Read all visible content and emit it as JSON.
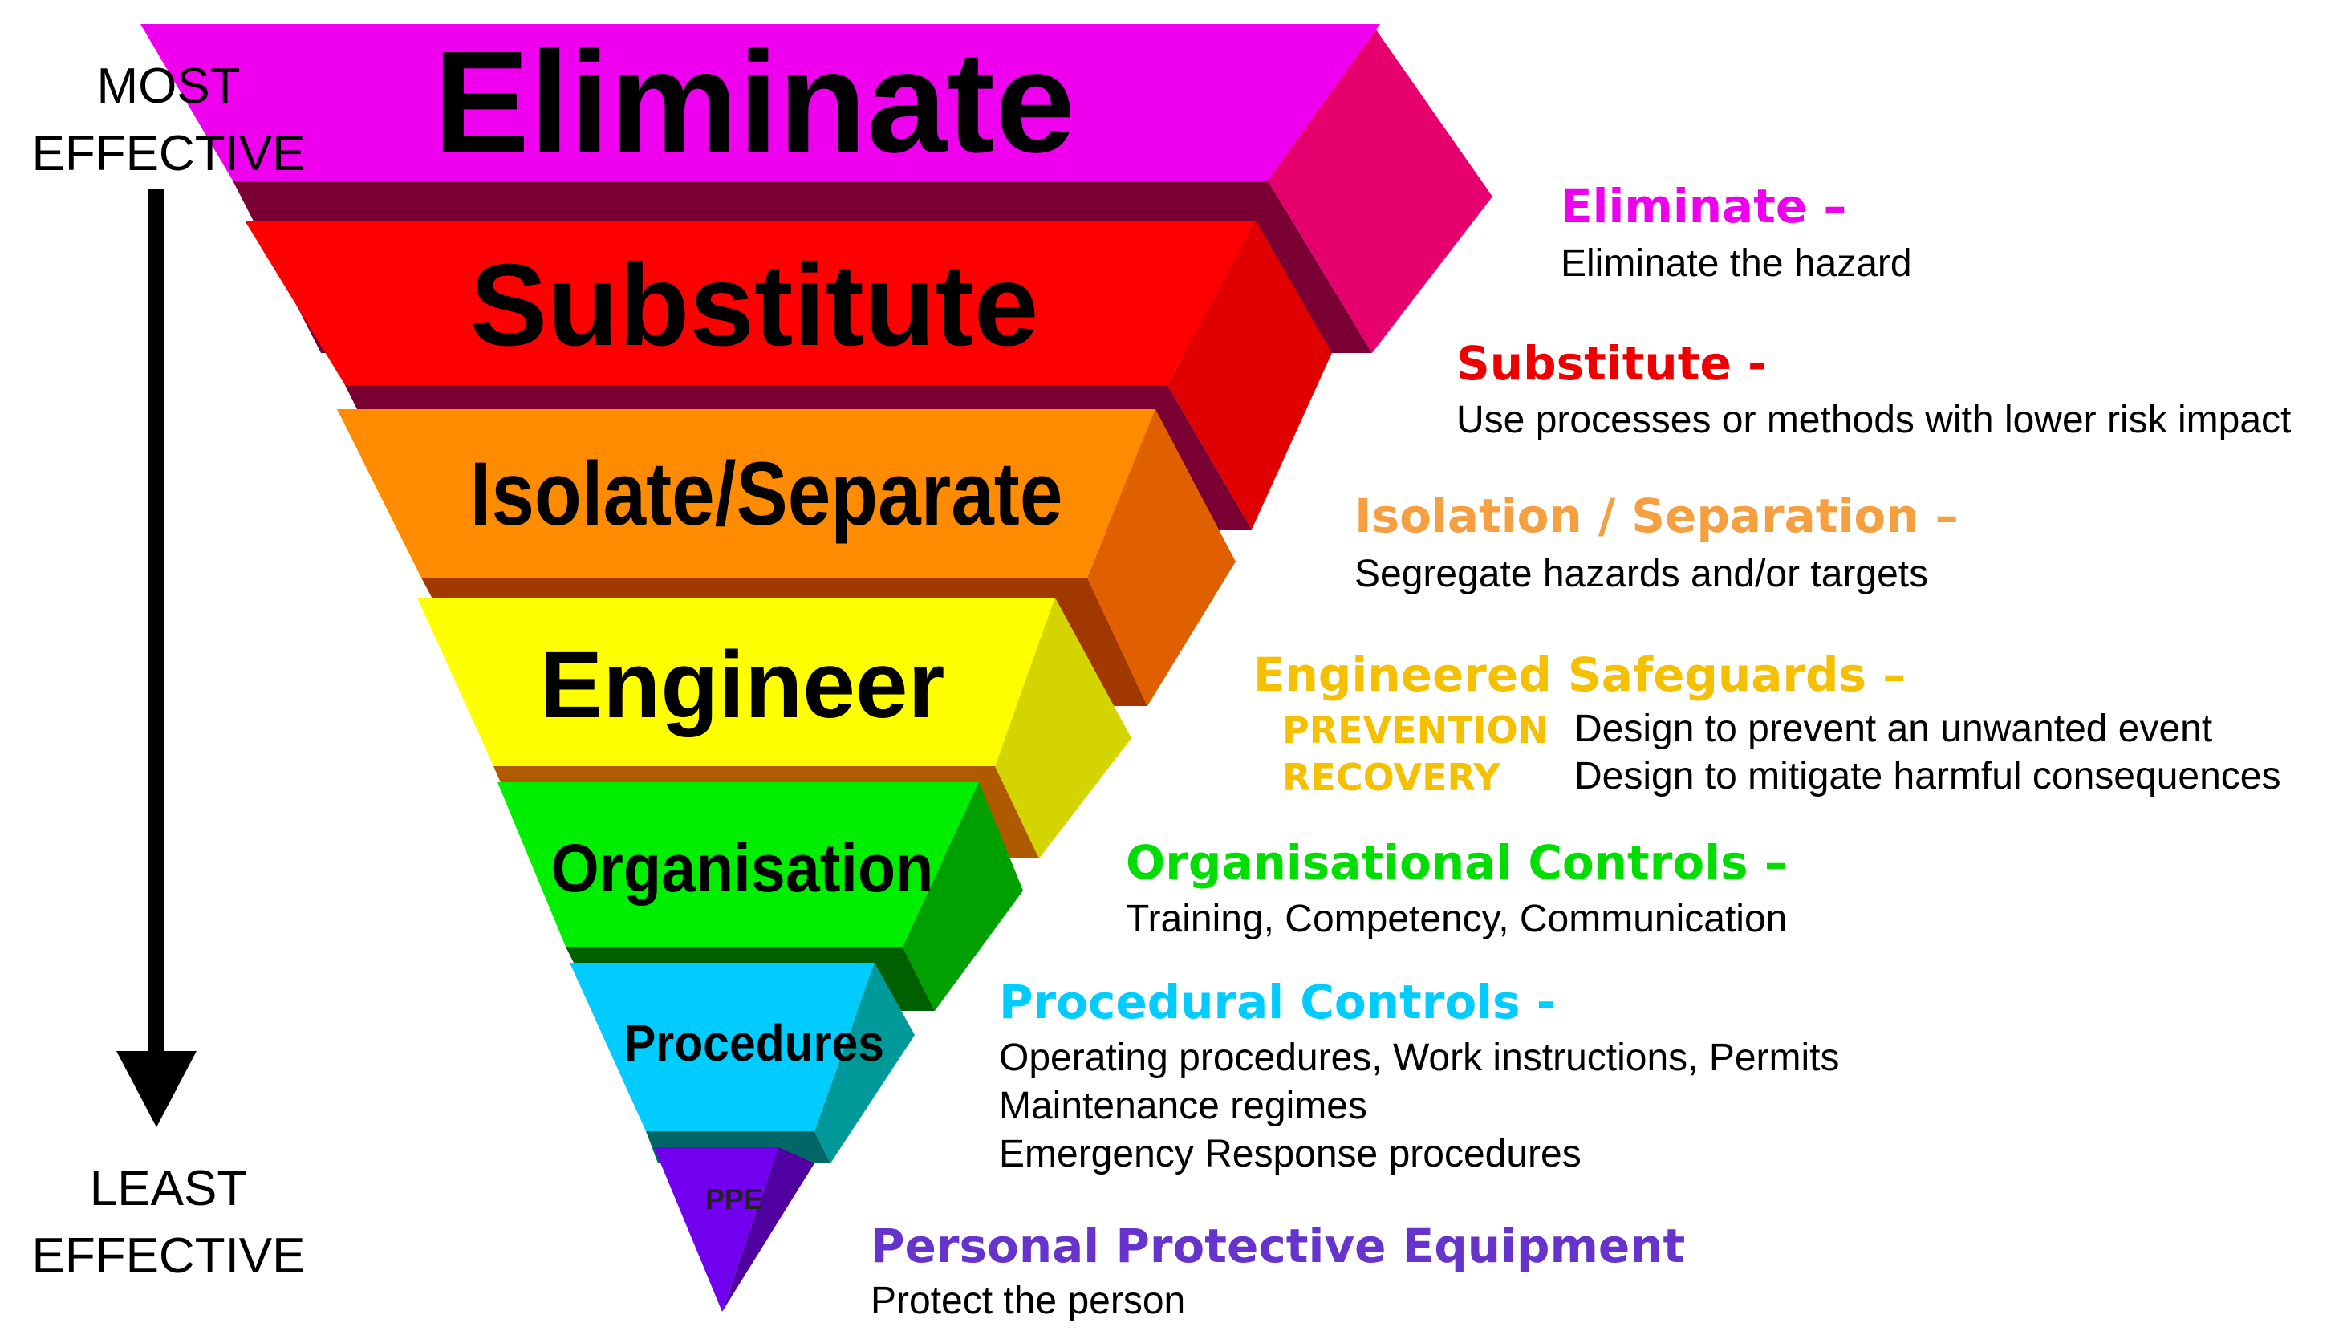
{
  "axis": {
    "top_label_line1": "MOST",
    "top_label_line2": "EFFECTIVE",
    "bottom_label_line1": "LEAST",
    "bottom_label_line2": "EFFECTIVE"
  },
  "tiers": [
    {
      "label": "Eliminate",
      "color": "#ee00ee",
      "side_color": "#e6006e",
      "under_color": "#7a0033"
    },
    {
      "label": "Substitute",
      "color": "#ff0000",
      "side_color": "#e00000",
      "under_color": "#7a0033"
    },
    {
      "label": "Isolate/Separate",
      "color": "#ff8c00",
      "side_color": "#e06000",
      "under_color": "#a03800"
    },
    {
      "label": "Engineer",
      "color": "#ffff00",
      "side_color": "#d4d400",
      "under_color": "#b05a00"
    },
    {
      "label": "Organisation",
      "color": "#00ee00",
      "side_color": "#00a000",
      "under_color": "#006000"
    },
    {
      "label": "Procedures",
      "color": "#00ccff",
      "side_color": "#009999",
      "under_color": "#006666"
    },
    {
      "label": "PPE",
      "color": "#7000ee",
      "side_color": "#5000a0",
      "under_color": "#300070"
    }
  ],
  "descriptions": {
    "eliminate": {
      "heading": "Eliminate –",
      "color": "#ee00ee",
      "lines": [
        "Eliminate the hazard"
      ]
    },
    "substitute": {
      "heading": "Substitute -",
      "color": "#ee0000",
      "lines": [
        "Use processes or methods with lower risk impact"
      ]
    },
    "isolation": {
      "heading": "Isolation / Separation –",
      "color": "#f5a040",
      "lines": [
        "Segregate hazards and/or targets"
      ]
    },
    "engineered": {
      "heading": "Engineered Safeguards –",
      "color": "#f5c000",
      "prevention_label": "PREVENTION",
      "prevention_text": "Design to prevent an unwanted event",
      "recovery_label": "RECOVERY",
      "recovery_text": "Design to mitigate harmful consequences"
    },
    "organisational": {
      "heading": "Organisational Controls –",
      "color": "#00dd00",
      "lines": [
        "Training, Competency, Communication"
      ]
    },
    "procedural": {
      "heading": "Procedural Controls -",
      "color": "#00ccff",
      "lines": [
        "Operating procedures, Work instructions, Permits",
        "Maintenance regimes",
        "Emergency Response procedures"
      ]
    },
    "ppe": {
      "heading": "Personal Protective Equipment",
      "color": "#6633cc",
      "lines": [
        "Protect the person"
      ]
    }
  }
}
